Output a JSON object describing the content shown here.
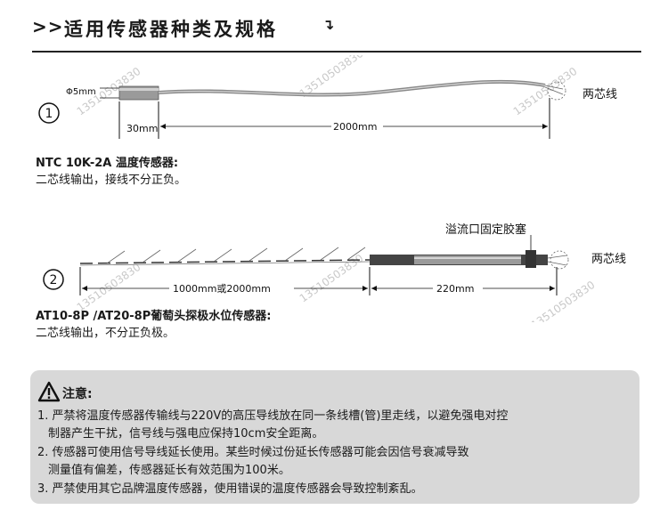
{
  "header": {
    "chevrons": ">>",
    "title": "适用传感器种类及规格",
    "hook": "↴"
  },
  "sensor1": {
    "number": "1",
    "diameter_label": "Φ5mm",
    "probe_length": "30mm",
    "cable_length": "2000mm",
    "wire_label": "两芯线",
    "model": "NTC 10K-2A 温度传感器:",
    "note": "二芯线输出，接线不分正负。"
  },
  "sensor2": {
    "number": "2",
    "plug_label": "溢流口固定胶塞",
    "wire_label": "两芯线",
    "probe_length": "1000mm或2000mm",
    "cable_length": "220mm",
    "model": "AT10-8P /AT20-8P葡萄头探极水位传感器:",
    "note": "二芯线输出，不分正负极。"
  },
  "notice": {
    "title": "注意:",
    "items": [
      "1. 严禁将温度传感器传输线与220V的高压导线放在同一条线槽(管)里走线，以避免强电对控",
      "   制器产生干扰，信号线与强电应保持10cm安全距离。",
      "2. 传感器可使用信号导线延长使用。某些时候过份延长传感器可能会因信号衰减导致",
      "   测量值有偏差，传感器延长有效范围为100米。",
      "3. 严禁使用其它品牌温度传感器，使用错误的温度传感器会导致控制紊乱。"
    ]
  },
  "watermark": "13510503830"
}
